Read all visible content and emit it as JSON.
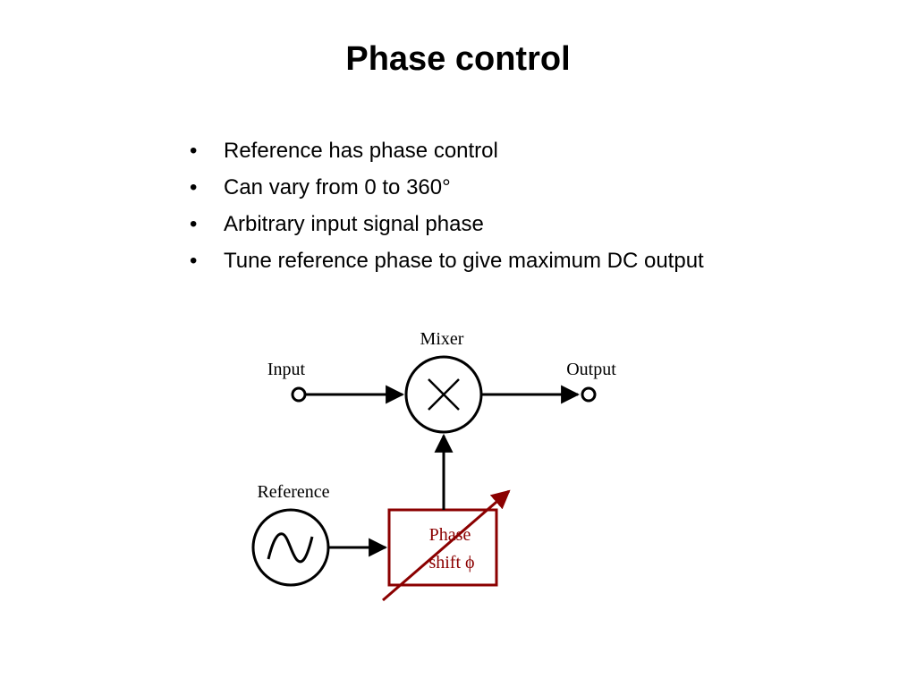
{
  "title": "Phase control",
  "bullets": [
    "Reference has phase control",
    "Can vary from 0 to 360°",
    "Arbitrary input signal phase",
    "Tune reference phase to give maximum DC output"
  ],
  "bullet_marker": "•",
  "diagram": {
    "mixer_label": "Mixer",
    "input_label": "Input",
    "output_label": "Output",
    "reference_label": "Reference",
    "phase_shift_line1": "Phase",
    "phase_shift_line2": "shift ϕ"
  },
  "colors": {
    "phase_shifter": "#8b0000",
    "lines": "#000000"
  }
}
